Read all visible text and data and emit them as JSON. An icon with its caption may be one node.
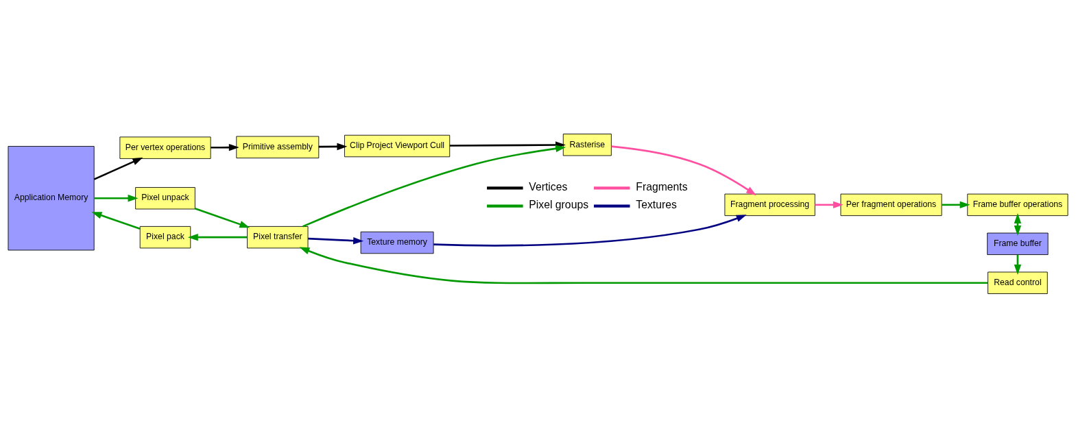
{
  "diagram": {
    "nodes": [
      {
        "text": [
          "Application Memory"
        ]
      },
      {
        "text": [
          "Per vertex operations"
        ]
      },
      {
        "text": [
          "Primitive assembly"
        ]
      },
      {
        "text": [
          "Clip Project Viewport Cull"
        ]
      },
      {
        "text": [
          "Rasterise"
        ]
      },
      {
        "text": [
          "Fragment processing"
        ]
      },
      {
        "text": [
          "Per fragment operations"
        ]
      },
      {
        "text": [
          "Frame buffer operations"
        ]
      },
      {
        "text": [
          "Pixel unpack"
        ]
      },
      {
        "text": [
          "Texture memory"
        ]
      },
      {
        "text": [
          "Frame buffer"
        ]
      },
      {
        "text": [
          "Pixel transfer"
        ]
      },
      {
        "text": [
          "Pixel pack"
        ]
      },
      {
        "text": [
          "Read control"
        ]
      }
    ],
    "edges": [
      {
        "from": 0,
        "to": 1,
        "arrow": "to",
        "color": "#000000"
      },
      {
        "from": 1,
        "to": 2,
        "arrow": "to",
        "color": "#000000"
      },
      {
        "from": 2,
        "to": 3,
        "arrow": "to",
        "color": "#000000"
      },
      {
        "from": 3,
        "to": 4,
        "arrow": "to",
        "color": "#000000"
      },
      {
        "from": 4,
        "to": 5,
        "arrow": "to",
        "color": "#ff4fa0"
      },
      {
        "from": 5,
        "to": 6,
        "arrow": "to",
        "color": "#ff4fa0"
      },
      {
        "from": 6,
        "to": 7,
        "arrow": "to"
      },
      {
        "from": 7,
        "to": 10,
        "arrow": "both"
      },
      {
        "from": 0,
        "to": 8,
        "arrow": "to"
      },
      {
        "from": 8,
        "to": 11,
        "arrow": "to"
      },
      {
        "from": 11,
        "to": 9,
        "arrow": "to",
        "color": "#000080"
      },
      {
        "from": 9,
        "to": 5,
        "arrow": "to",
        "color": "#000080"
      },
      {
        "from": 11,
        "to": 4,
        "arrow": "to"
      },
      {
        "from": 10,
        "to": 13,
        "arrow": "to"
      },
      {
        "from": 13,
        "to": 11,
        "arrow": "to"
      },
      {
        "from": 11,
        "to": 12,
        "arrow": "to"
      },
      {
        "from": 12,
        "to": 0,
        "arrow": "to"
      }
    ],
    "legend": [
      {
        "text": "Vertices",
        "color": "#000000"
      },
      {
        "text": "Fragments",
        "color": "#ff4fa0"
      },
      {
        "text": "Pixel groups",
        "color": "#009900"
      },
      {
        "text": "Textures",
        "color": "#000080"
      }
    ]
  }
}
